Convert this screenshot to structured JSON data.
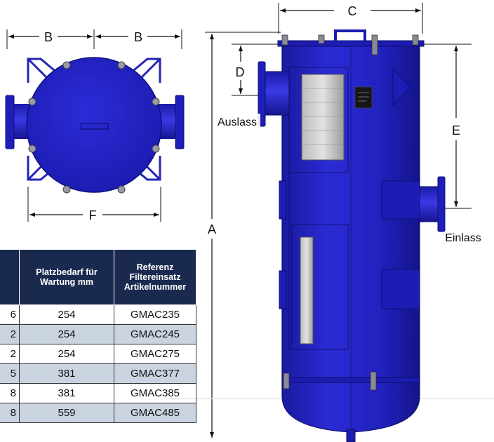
{
  "dimensions": {
    "A": "A",
    "B": "B",
    "C": "C",
    "D": "D",
    "E": "E",
    "F": "F"
  },
  "labels": {
    "outlet": "Auslass",
    "inlet": "Einlass"
  },
  "table": {
    "headers": [
      "",
      "Platzbedarf für Wartung mm",
      "Referenz Filtereinsatz Artikelnummer"
    ],
    "rows": [
      {
        "cut": "6",
        "service": "254",
        "ref": "GMAC235"
      },
      {
        "cut": "2",
        "service": "254",
        "ref": "GMAC245"
      },
      {
        "cut": "2",
        "service": "254",
        "ref": "GMAC275"
      },
      {
        "cut": "5",
        "service": "381",
        "ref": "GMAC377"
      },
      {
        "cut": "8",
        "service": "381",
        "ref": "GMAC385"
      },
      {
        "cut": "8",
        "service": "559",
        "ref": "GMAC485"
      }
    ]
  },
  "colors": {
    "body": "#2323c8",
    "dark": "#15158a",
    "light": "#4a4ae0",
    "header_bg": "#1a2a4f",
    "row_alt": "#c9d4e0"
  }
}
